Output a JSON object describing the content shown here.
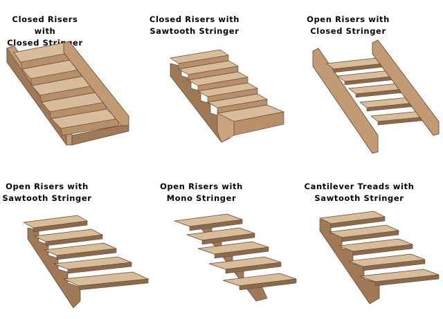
{
  "colors": {
    "tread_top": "#D9BD9A",
    "face_light": "#C9A47F",
    "face_mid": "#B78F69",
    "face_dark": "#8A6A4C",
    "stringer": "#C29B75",
    "stringer_dark": "#A07A57",
    "outline": "#5A4330"
  },
  "diagrams": [
    {
      "caption": "Closed Risers with\nClosed Stringer",
      "riser": "closed",
      "stringer": "closed"
    },
    {
      "caption": "Closed Risers with\nSawtooth Stringer",
      "riser": "closed",
      "stringer": "sawtooth"
    },
    {
      "caption": "Open Risers with\nClosed Stringer",
      "riser": "open",
      "stringer": "closed"
    },
    {
      "caption": "Open Risers with\nSawtooth Stringer",
      "riser": "open",
      "stringer": "sawtooth"
    },
    {
      "caption": "Open Risers with\nMono Stringer",
      "riser": "open",
      "stringer": "mono"
    },
    {
      "caption": "Cantilever Treads with\nSawtooth Stringer",
      "riser": "cantilever",
      "stringer": "sawtooth"
    }
  ]
}
